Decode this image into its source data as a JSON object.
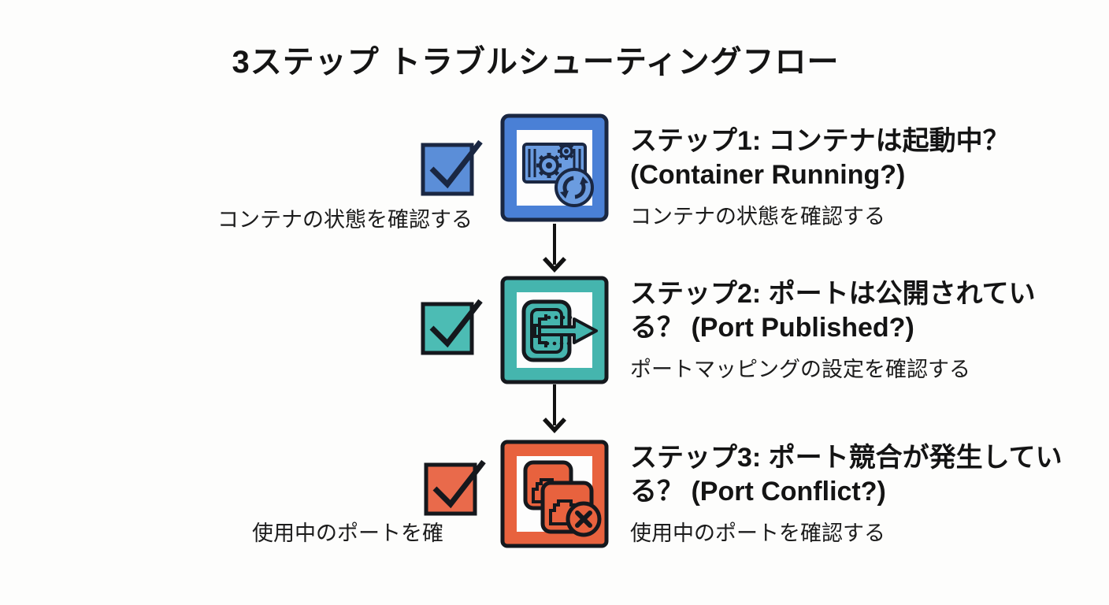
{
  "title": "3ステップ トラブルシューティングフロー",
  "colors": {
    "background": "#fdfdfc",
    "ink": "#15181d",
    "ink_navy": "#1a2742",
    "accent_blue": "#4a80d6",
    "accent_blue_light": "#6b9ce0",
    "accent_teal": "#45b5ae",
    "accent_orange": "#e8623e",
    "checkbox_blue": "#5b8ed8",
    "checkbox_teal": "#4cbcb4",
    "checkbox_orange": "#e96a4b"
  },
  "steps": [
    {
      "number": 1,
      "heading": "ステップ1: コンテナは起動中？ (Container Running?)",
      "description": "コンテナの状態を確認する",
      "checkbox_label": "コンテナの状態を確認する",
      "icon": "container-running-icon",
      "checkbox_checked": true,
      "accent": "#4a80d6"
    },
    {
      "number": 2,
      "heading": "ステップ2: ポートは公開されている？ (Port Published?)",
      "description": "ポートマッピングの設定を確認する",
      "icon": "port-published-icon",
      "checkbox_checked": true,
      "accent": "#45b5ae"
    },
    {
      "number": 3,
      "heading": "ステップ3: ポート競合が発生している？ (Port Conflict?)",
      "description": "使用中のポートを確認する",
      "checkbox_label": "使用中のポートを確",
      "icon": "port-conflict-icon",
      "checkbox_checked": true,
      "accent": "#e8623e"
    }
  ]
}
